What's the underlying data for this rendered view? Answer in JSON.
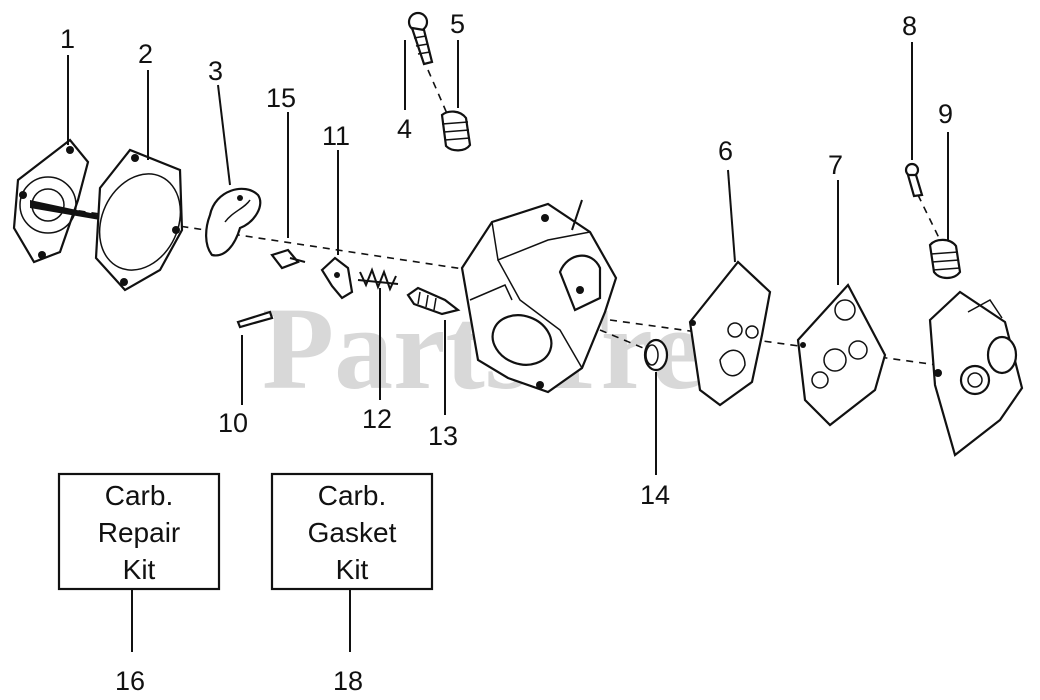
{
  "watermark": "PartsTree",
  "callouts": {
    "c1": "1",
    "c2": "2",
    "c3": "3",
    "c4": "4",
    "c5": "5",
    "c6": "6",
    "c7": "7",
    "c8": "8",
    "c9": "9",
    "c10": "10",
    "c11": "11",
    "c12": "12",
    "c13": "13",
    "c14": "14",
    "c15": "15",
    "c16": "16",
    "c18": "18"
  },
  "kits": {
    "repair": {
      "line1": "Carb.",
      "line2": "Repair",
      "line3": "Kit"
    },
    "gasket": {
      "line1": "Carb.",
      "line2": "Gasket",
      "line3": "Kit"
    }
  }
}
